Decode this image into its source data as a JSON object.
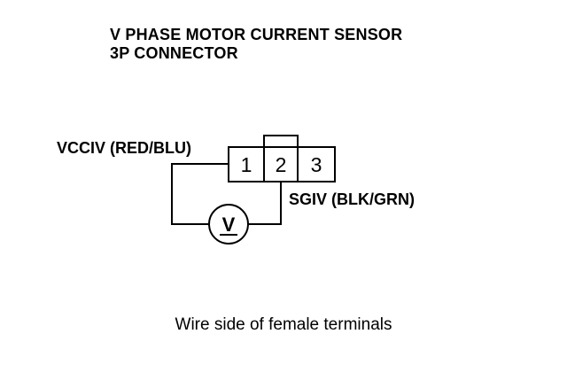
{
  "title": {
    "line1": "V PHASE MOTOR CURRENT SENSOR",
    "line2": "3P CONNECTOR"
  },
  "connector": {
    "pins": [
      "1",
      "2",
      "3"
    ]
  },
  "wires": {
    "vcc_label": "VCCIV (RED/BLU)",
    "sg_label": "SGIV (BLK/GRN)"
  },
  "meter": {
    "symbol": "V",
    "icon": "voltmeter-icon"
  },
  "caption": "Wire side of female terminals",
  "colors": {
    "line": "#000000",
    "background": "#ffffff"
  }
}
